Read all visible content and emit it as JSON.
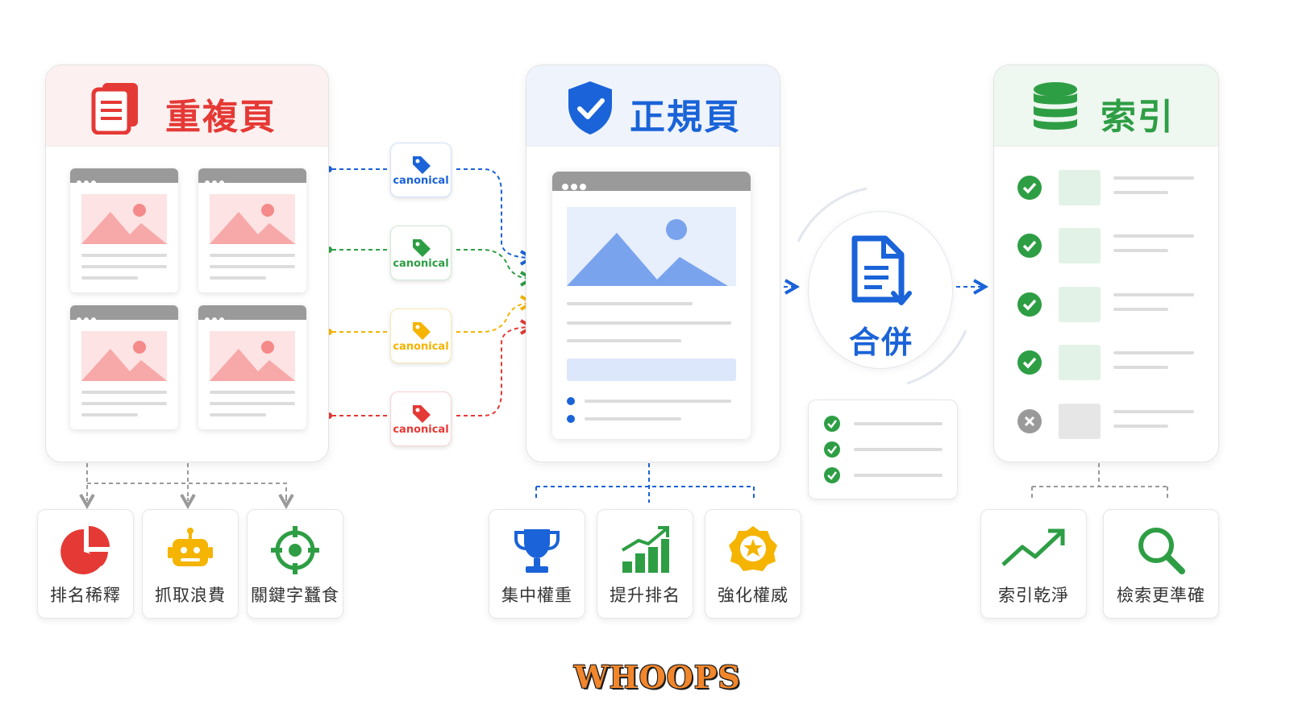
{
  "sections": {
    "duplicate": {
      "title": "重複頁",
      "icon": "duplicate-document-icon",
      "color": "#e53935"
    },
    "canonical": {
      "title": "正規頁",
      "icon": "shield-check-icon",
      "color": "#1a63d8"
    },
    "index": {
      "title": "索引",
      "icon": "database-icon",
      "color": "#2e9e44"
    }
  },
  "tags": [
    {
      "label": "canonical",
      "color": "#1a63d8"
    },
    {
      "label": "canonical",
      "color": "#2e9e44"
    },
    {
      "label": "canonical",
      "color": "#f4b400"
    },
    {
      "label": "canonical",
      "color": "#e53935"
    }
  ],
  "merge": {
    "label": "合併",
    "icon": "merge-document-icon"
  },
  "index_rows": [
    {
      "status": "check"
    },
    {
      "status": "check"
    },
    {
      "status": "check"
    },
    {
      "status": "check"
    },
    {
      "status": "excluded"
    }
  ],
  "duplicate_effects": [
    {
      "label": "排名稀釋",
      "icon": "pie-chart-icon",
      "color": "#e53935"
    },
    {
      "label": "抓取浪費",
      "icon": "robot-icon",
      "color": "#f4b400"
    },
    {
      "label": "關鍵字蠶食",
      "icon": "crosshair-icon",
      "color": "#2e9e44"
    }
  ],
  "canonical_effects": [
    {
      "label": "集中權重",
      "icon": "trophy-icon",
      "color": "#1a63d8"
    },
    {
      "label": "提升排名",
      "icon": "bar-growth-icon",
      "color": "#2e9e44"
    },
    {
      "label": "強化權威",
      "icon": "badge-star-icon",
      "color": "#f4b400"
    }
  ],
  "index_effects": [
    {
      "label": "索引乾淨",
      "icon": "trend-up-icon",
      "color": "#2e9e44"
    },
    {
      "label": "檢索更準確",
      "icon": "magnifier-icon",
      "color": "#2e9e44"
    }
  ],
  "logo": {
    "text": "WHOOPS"
  }
}
